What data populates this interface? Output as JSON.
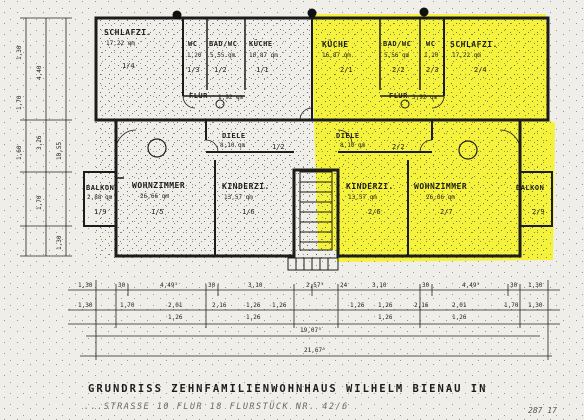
{
  "title": "GRUNDRISS ZEHNFAMILIENWOHNHAUS WILHELM BIENAU IN",
  "subtitle": "...STRASSE 10 FLUR 18 FLURSTÜCK NR. 42/6",
  "signature": "287 17",
  "colors": {
    "highlight": "#f4f22e",
    "paper": "#efeee9",
    "ink": "#1c1c1c"
  },
  "left_unit": {
    "schlafzi": {
      "name": "SCHLAFZI.",
      "area": "17,22 qm",
      "code": "1/4"
    },
    "wc": {
      "name": "WC",
      "area": "1,20",
      "code": "1/3"
    },
    "badwc": {
      "name": "BAD/WC",
      "area": "5,55 qm",
      "code": "1/2"
    },
    "kueche": {
      "name": "KÜCHE",
      "area": "10,87 qm",
      "code": "1/1"
    },
    "flur": {
      "name": "FLUR",
      "area": "1,92 qm"
    },
    "diele": {
      "name": "DIELE",
      "area": "8,10 qm",
      "code": "1/2"
    },
    "balkon": {
      "name": "BALKON",
      "area": "2,88 qm",
      "code": "1/9"
    },
    "wohnzimmer": {
      "name": "WOHNZIMMER",
      "area": "26,66 qm",
      "code": "1/5"
    },
    "kinderzi": {
      "name": "KINDERZI.",
      "area": "13,57 qm",
      "code": "1/6"
    }
  },
  "right_unit": {
    "kueche": {
      "name": "KÜCHE",
      "area": "16,87 qm",
      "code": "2/1"
    },
    "badwc": {
      "name": "BAD/WC",
      "area": "5,56 qm",
      "code": "2/2"
    },
    "wc": {
      "name": "WC",
      "area": "1,20",
      "code": "2/3"
    },
    "schlafzi": {
      "name": "SCHLAFZI.",
      "area": "17,22 qm",
      "code": "2/4"
    },
    "flur": {
      "name": "FLUR",
      "area": "3,92 qm"
    },
    "diele": {
      "name": "DIELE",
      "area": "8,10 qm",
      "code": "2/2"
    },
    "kinderzi": {
      "name": "KINDERZI.",
      "area": "13,57 qm",
      "code": "2/6"
    },
    "wohnzimmer": {
      "name": "WOHNZIMMER",
      "area": "26,66 qm",
      "code": "2/7"
    },
    "balkon": {
      "name": "BALKON",
      "area": "",
      "code": "2/9"
    }
  },
  "dimensions": {
    "row1": [
      "1,30",
      "30",
      "4,49⁵",
      "30",
      "3,10",
      "2,57⁵",
      "24",
      "3,10",
      "30",
      "4,49⁵",
      "30",
      "1,30"
    ],
    "row2": [
      "1,30",
      "1,70",
      "2,01",
      "2,16",
      "1,26",
      "1,26",
      "1,26",
      "1,26",
      "2,16",
      "2,01",
      "1,70",
      "1,30"
    ],
    "row3": [
      "1,26",
      "1,26",
      "1,26",
      "1,26"
    ],
    "total_inner": "19,07⁵",
    "total": "21,67⁵",
    "left_side": [
      "1,30",
      "1,70",
      "1,60",
      "4,40",
      "3,26",
      "1,70",
      "10,55",
      "1,30"
    ]
  }
}
